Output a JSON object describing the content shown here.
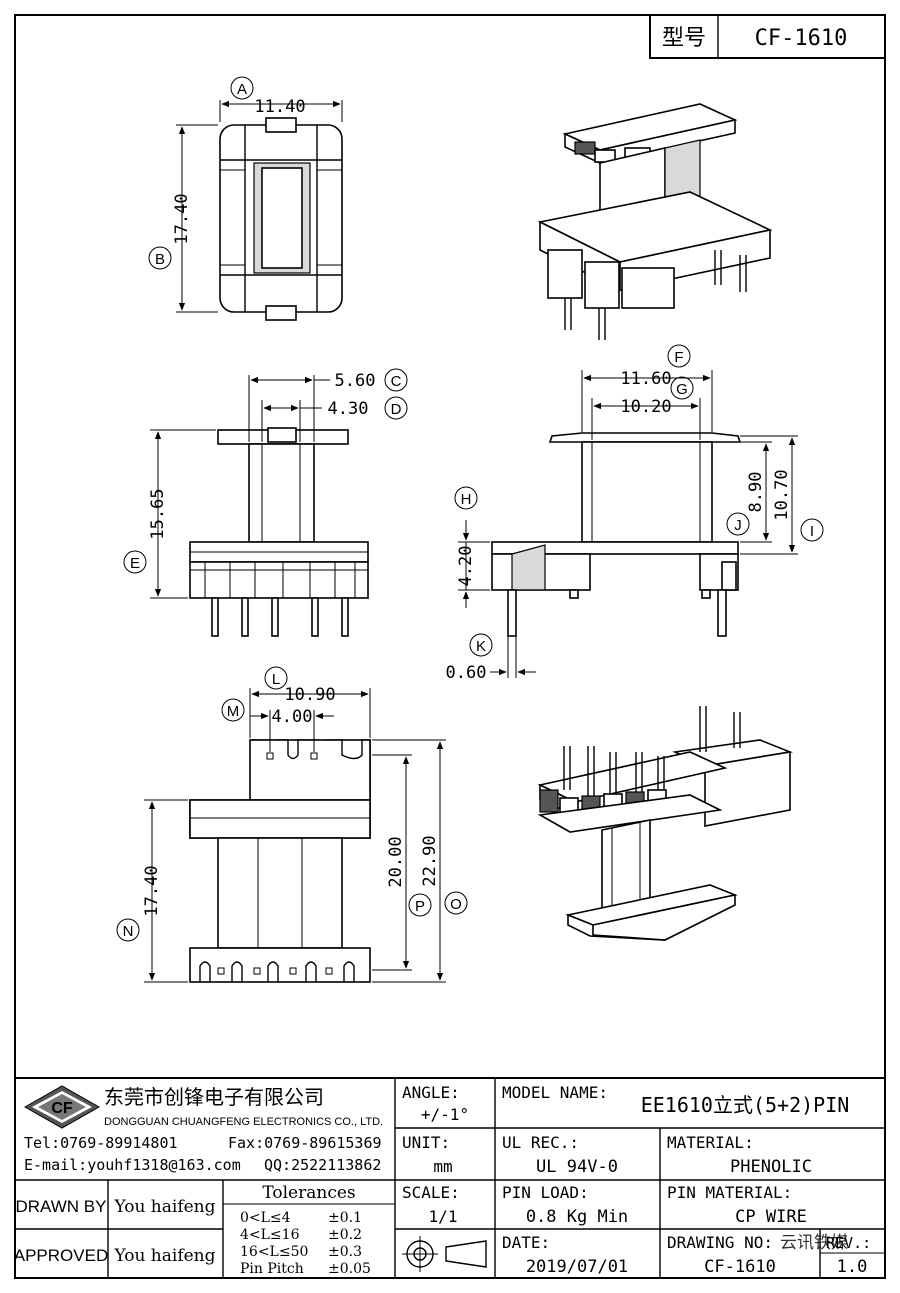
{
  "header": {
    "label_type": "型号",
    "model_code": "CF-1610"
  },
  "dims": {
    "A": "11.40",
    "B": "17.40",
    "C": "5.60",
    "D": "4.30",
    "E": "15.65",
    "F": "11.60",
    "G": "10.20",
    "H": "4.20",
    "I": "10.70",
    "J": "8.90",
    "K": "0.60",
    "L": "10.90",
    "M": "4.00",
    "N": "17.40",
    "O": "22.90",
    "P": "20.00"
  },
  "letters": {
    "A": "A",
    "B": "B",
    "C": "C",
    "D": "D",
    "E": "E",
    "F": "F",
    "G": "G",
    "H": "H",
    "I": "I",
    "J": "J",
    "K": "K",
    "L": "L",
    "M": "M",
    "N": "N",
    "O": "O",
    "P": "P"
  },
  "company": {
    "logo_text": "CF",
    "name_cn": "东莞市创锋电子有限公司",
    "name_en": "DONGGUAN CHUANGFENG ELECTRONICS CO., LTD.",
    "tel": "Tel:0769-89914801",
    "fax": "Fax:0769-89615369",
    "email": "E-mail:youhf1318@163.com",
    "qq": "QQ:2522113862"
  },
  "titleblock": {
    "angle_label": "ANGLE:",
    "angle_value": "+/-1°",
    "unit_label": "UNIT:",
    "unit_value": "mm",
    "scale_label": "SCALE:",
    "scale_value": "1/1",
    "model_label": "MODEL NAME:",
    "model_value": "EE1610立式(5+2)PIN",
    "ul_label": "UL REC.:",
    "ul_value": "UL 94V-0",
    "material_label": "MATERIAL:",
    "material_value": "PHENOLIC",
    "pinload_label": "PIN LOAD:",
    "pinload_value": "0.8 Kg Min",
    "pinmat_label": "PIN MATERIAL:",
    "pinmat_value": "CP WIRE",
    "date_label": "DATE:",
    "date_value": "2019/07/01",
    "drawing_label": "DRAWING NO:",
    "drawing_value": "CF-1610",
    "rev_label": "REV.:",
    "rev_value": "1.0",
    "drawn_label": "DRAWN BY",
    "drawn_value": "You haifeng",
    "approved_label": "APPROVED",
    "approved_value": "You haifeng",
    "tol_title": "Tolerances",
    "tol_rows": [
      {
        "range": "0<L≤4",
        "value": "±0.1"
      },
      {
        "range": "4<L≤16",
        "value": "±0.2"
      },
      {
        "range": "16<L≤50",
        "value": "±0.3"
      },
      {
        "range": "Pin Pitch",
        "value": "±0.05"
      }
    ]
  },
  "watermark": "云讯铁媒"
}
